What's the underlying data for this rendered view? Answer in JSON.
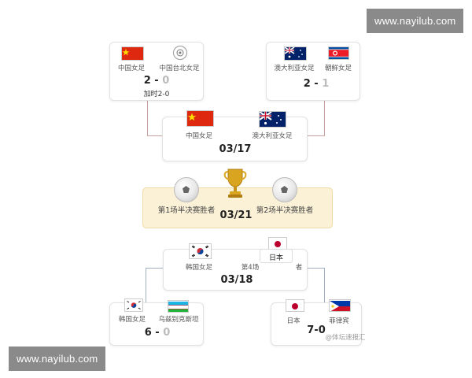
{
  "watermark": {
    "top": "www.nayilub.com",
    "bottom": "www.nayilub.com"
  },
  "semi1": {
    "team_a": "中国女足",
    "team_b": "中国台北女足",
    "score_a": "2",
    "score_b": "0",
    "note": "加时2-0"
  },
  "semi2": {
    "team_a": "澳大利亚女足",
    "team_b": "朝鲜女足",
    "score_a": "2",
    "score_b": "1"
  },
  "final_card": {
    "team_a": "中国女足",
    "team_b": "澳大利亚女足",
    "date": "03/17"
  },
  "championship": {
    "left": "第1场半决赛胜者",
    "right": "第2场半决赛胜者",
    "date": "03/21"
  },
  "third_place": {
    "team_a": "韩国女足",
    "team_b_prefix": "第4场",
    "team_b_tag": "日本",
    "team_b_suffix": "者",
    "date": "03/18"
  },
  "semi3": {
    "team_a": "韩国女足",
    "team_b": "乌兹别克斯坦",
    "score_a": "6",
    "score_b": "0"
  },
  "semi4": {
    "team_a": "日本",
    "team_b": "菲律宾",
    "score": "7-0",
    "source": "@体坛速报汇"
  },
  "colors": {
    "china_red": "#de2910",
    "final_bg": "#fbf1d6",
    "trophy_gold": "#d9a521"
  }
}
